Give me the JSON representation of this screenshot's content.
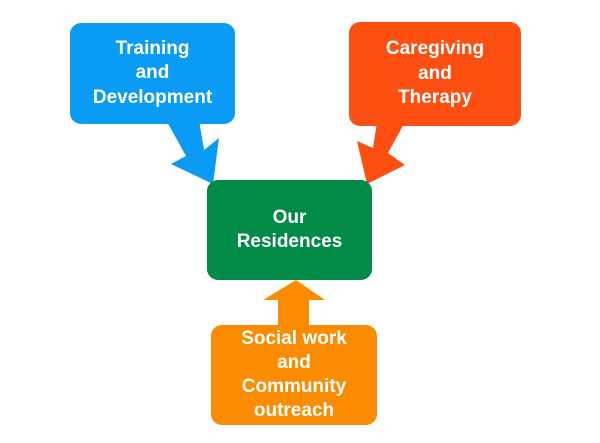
{
  "diagram": {
    "nodes": [
      {
        "id": "training",
        "lines": [
          "Training",
          "and",
          "Development"
        ],
        "color": "#0a9bf5"
      },
      {
        "id": "caregiving",
        "lines": [
          "Caregiving",
          "and",
          "Therapy"
        ],
        "color": "#fd4f12"
      },
      {
        "id": "residences",
        "lines": [
          "Our",
          "Residences"
        ],
        "color": "#018b46"
      },
      {
        "id": "social",
        "lines": [
          "Social work",
          "and",
          "Community",
          "outreach"
        ],
        "color": "#fb8c02"
      }
    ],
    "edges": [
      {
        "from": "training",
        "to": "residences"
      },
      {
        "from": "caregiving",
        "to": "residences"
      },
      {
        "from": "social",
        "to": "residences"
      }
    ]
  }
}
